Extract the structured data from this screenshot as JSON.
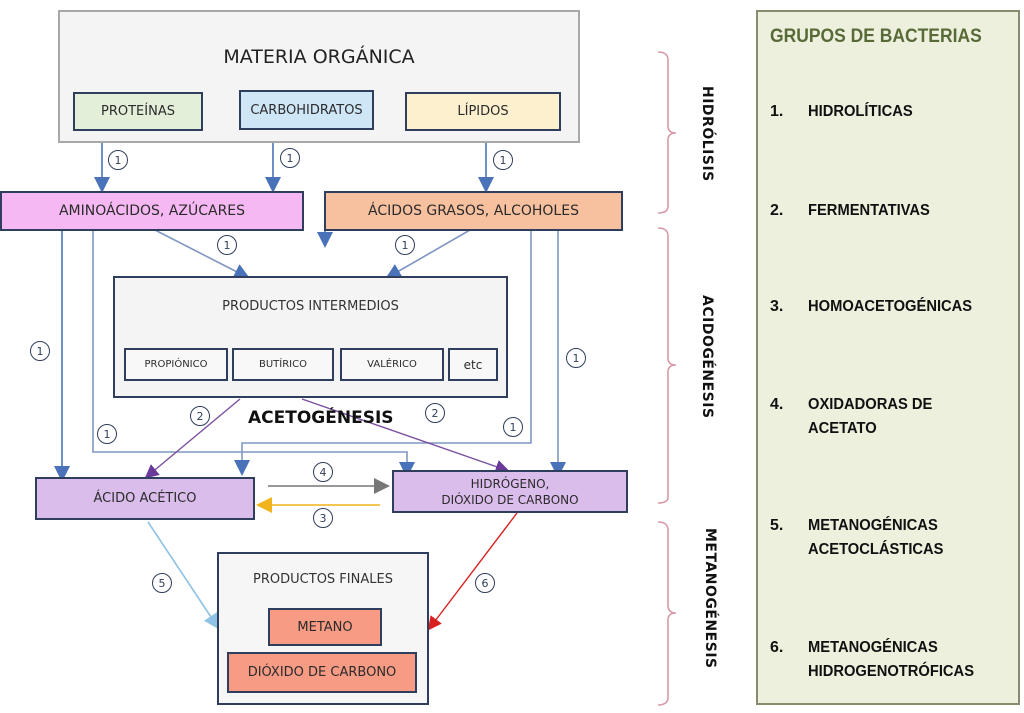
{
  "diagram": {
    "title": "MATERIA ORGÁNICA",
    "substrates": [
      {
        "label": "PROTEÍNAS",
        "color": "#e3efd9"
      },
      {
        "label": "CARBOHIDRATOS",
        "color": "#cfe6f7"
      },
      {
        "label": "LÍPIDOS",
        "color": "#fdf0cf"
      }
    ],
    "hydrolysis_products": [
      {
        "label": "AMINOÁCIDOS, AZÚCARES",
        "color": "#f5b8f2"
      },
      {
        "label": "ÁCIDOS GRASOS, ALCOHOLES",
        "color": "#f7c09f"
      }
    ],
    "intermediates": {
      "title": "PRODUCTOS INTERMEDIOS",
      "items": [
        "PROPIÓNICO",
        "BUTÍRICO",
        "VALÉRICO",
        "etc"
      ]
    },
    "acetogenesis_label": "ACETOGÉNESIS",
    "acetic_acid": {
      "label": "ÁCIDO ACÉTICO",
      "color": "#dbbdec"
    },
    "hydrogen": {
      "label_line1": "HIDRÓGENO,",
      "label_line2": "DIÓXIDO DE CARBONO",
      "color": "#dbbdec"
    },
    "final_products": {
      "title": "PRODUCTOS FINALES",
      "items": [
        {
          "label": "METANO",
          "color": "#f79b84"
        },
        {
          "label": "DIÓXIDO DE CARBONO",
          "color": "#f79b84"
        }
      ]
    },
    "step_markers": [
      "1",
      "1",
      "1",
      "1",
      "1",
      "1",
      "1",
      "1",
      "1",
      "2",
      "2",
      "4",
      "3",
      "5",
      "6"
    ],
    "arrow_colors": {
      "main": "#4a72b8",
      "acetogenesis": "#7b4fa0",
      "step4": "#7a7a7a",
      "step3": "#f2b41c",
      "step5": "#8fc3e6",
      "step6": "#d92020"
    }
  },
  "phases": [
    {
      "label": "HIDRÓLISIS"
    },
    {
      "label": "ACIDOGÉNESIS"
    },
    {
      "label": "METANOGÉNESIS"
    }
  ],
  "bracket_color": "#d99aa8",
  "legend": {
    "title": "GRUPOS DE BACTERIAS",
    "title_color": "#576a37",
    "items": [
      {
        "num": "1.",
        "text": "HIDROLÍTICAS"
      },
      {
        "num": "2.",
        "text": "FERMENTATIVAS"
      },
      {
        "num": "3.",
        "text": "HOMOACETOGÉNICAS"
      },
      {
        "num": "4.",
        "text": "OXIDADORAS DE\nACETATO"
      },
      {
        "num": "5.",
        "text": "METANOGÉNICAS\nACETOCLÁSTICAS"
      },
      {
        "num": "6.",
        "text": "METANOGÉNICAS\nHIDROGENOTRÓFICAS"
      }
    ]
  }
}
